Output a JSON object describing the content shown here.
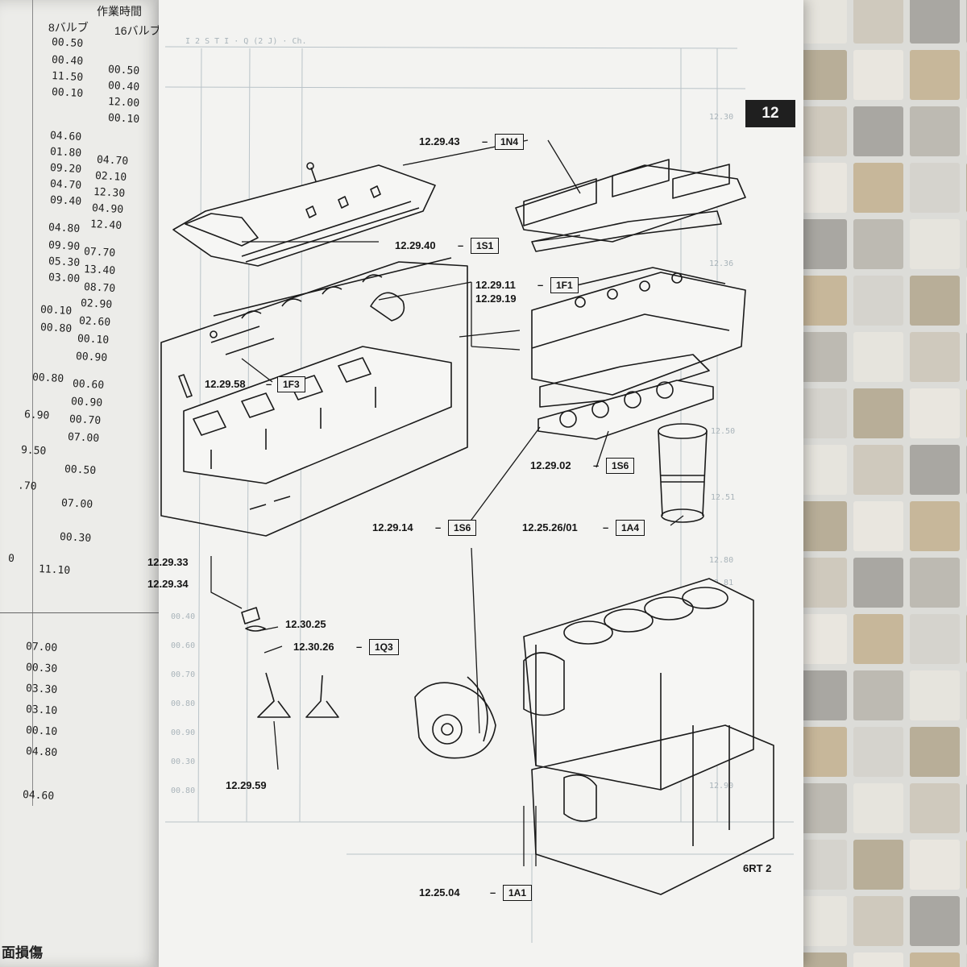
{
  "left_page": {
    "header_time": "作業時間",
    "header_8v": "8バルブ",
    "header_16v": "16バルブ",
    "col1": [
      "00.50",
      "00.40",
      "11.50",
      "00.10",
      "04.60",
      "01.80",
      "09.20",
      "04.70",
      "09.40",
      "04.80",
      "09.90",
      "05.30",
      "03.00",
      "00.10",
      "00.80",
      "00.80",
      "6.90",
      "9.50",
      ".70",
      "0",
      "11.10",
      "07.00",
      "00.30",
      "03.30",
      "03.10",
      "00.10",
      "04.80",
      "04.60"
    ],
    "col2": [
      "00.50",
      "00.40",
      "12.00",
      "00.10",
      "04.70",
      "02.10",
      "12.30",
      "04.90",
      "12.40",
      "07.70",
      "13.40",
      "08.70",
      "02.90",
      "02.60",
      "00.10",
      "00.90",
      "00.60",
      "00.90",
      "00.70",
      "07.00",
      "00.50",
      "07.00",
      "00.30"
    ],
    "footer_text": "面損傷"
  },
  "main_page": {
    "section_tab": "12",
    "page_ref": "6RT 2",
    "callouts": [
      {
        "number": "12.29.43",
        "code": "1N4"
      },
      {
        "number": "12.29.40",
        "code": "1S1"
      },
      {
        "number": "12.29.11",
        "code": "1F1"
      },
      {
        "number": "12.29.19",
        "code": ""
      },
      {
        "number": "12.29.58",
        "code": "1F3"
      },
      {
        "number": "12.29.02",
        "code": "1S6"
      },
      {
        "number": "12.29.14",
        "code": "1S6"
      },
      {
        "number": "12.25.26/01",
        "code": "1A4"
      },
      {
        "number": "12.29.33",
        "code": ""
      },
      {
        "number": "12.29.34",
        "code": ""
      },
      {
        "number": "12.30.25",
        "code": ""
      },
      {
        "number": "12.30.26",
        "code": "1Q3"
      },
      {
        "number": "12.29.59",
        "code": ""
      },
      {
        "number": "12.25.04",
        "code": "1A1"
      }
    ]
  },
  "colors": {
    "paper": "#f3f3f1",
    "ink": "#151515",
    "tab": "#1f1f1f",
    "faint_print": "#a9b4ba"
  }
}
